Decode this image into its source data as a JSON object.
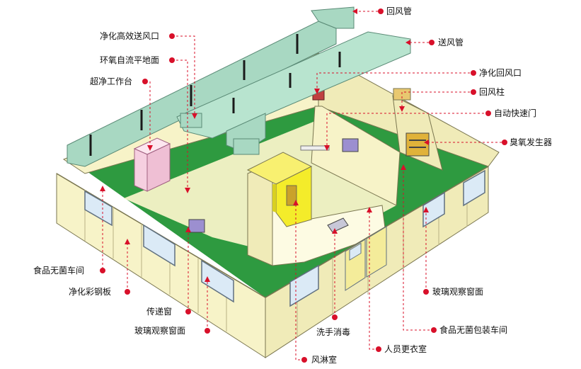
{
  "colors": {
    "wall": "#f7f3c8",
    "wall_top": "#fdfbe3",
    "wall_line": "#7a7650",
    "floor": "#2e9a40",
    "duct": "#a8d8c2",
    "duct_dark": "#7fbfa6",
    "window": "#dbeaf6",
    "window_frame": "#607080",
    "shower": "#f4ec2a",
    "workbench": "#f6cfe0",
    "ozone": "#e0b23a",
    "leader": "#d8102a",
    "door": "#f4ec9a"
  },
  "labels": {
    "return_duct": "回风管",
    "supply_duct": "送风管",
    "hepa_outlet": "净化高效送风口",
    "epoxy_floor": "环氧自流平地面",
    "clean_bench": "超净工作台",
    "return_outlet": "净化回风口",
    "return_column": "回风柱",
    "fast_door": "自动快速门",
    "ozone_gen": "臭氧发生器",
    "sterile_room": "食品无菌车间",
    "steel_panel": "净化彩钢板",
    "pass_window": "传递窗",
    "glass_window_left": "玻璃观察窗面",
    "glass_window_right": "玻璃观察窗面",
    "hand_wash": "洗手消毒",
    "packing_room": "食品无菌包装车间",
    "changing_room": "人员更衣室",
    "air_shower": "风淋室"
  }
}
